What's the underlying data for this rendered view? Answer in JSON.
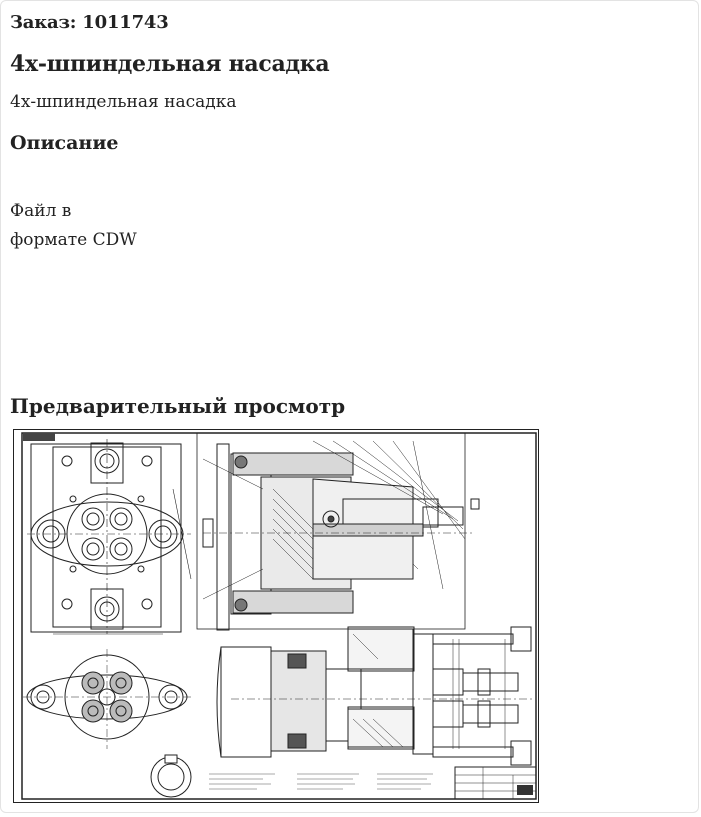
{
  "order": {
    "label": "Заказ: 1011743"
  },
  "product": {
    "title": "4х-шпиндельная насадка",
    "subtitle": "4х-шпиндельная насадка"
  },
  "description": {
    "heading": "Описание",
    "file_info": "Файл в формате CDW"
  },
  "preview": {
    "heading": "Предварительный просмотр",
    "image": "technical-drawing-4-spindle-attachment"
  }
}
